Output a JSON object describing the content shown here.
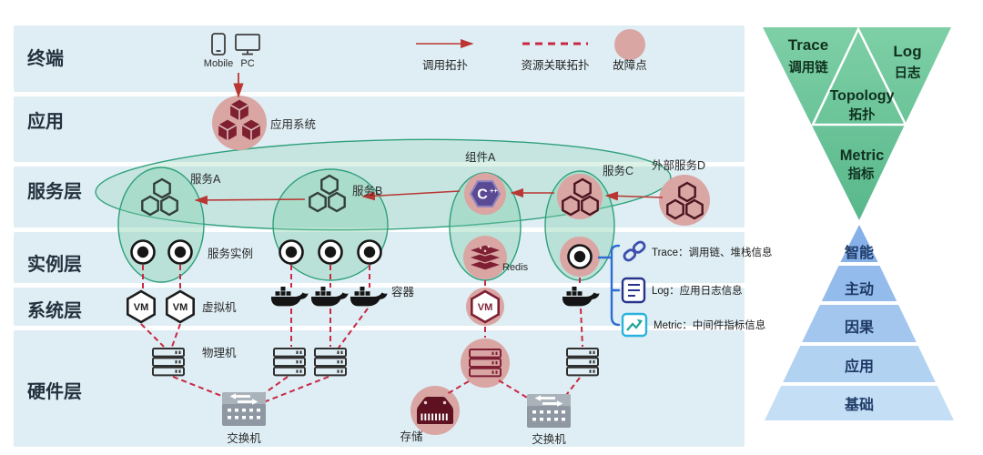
{
  "layers": [
    {
      "label": "终端"
    },
    {
      "label": "应用"
    },
    {
      "label": "服务层"
    },
    {
      "label": "实例层"
    },
    {
      "label": "系统层"
    },
    {
      "label": "硬件层"
    }
  ],
  "legend": {
    "call_label": "调用拓扑",
    "resource_label": "资源关联拓扑",
    "fault_label": "故障点"
  },
  "terminal": {
    "mobile_label": "Mobile",
    "pc_label": "PC"
  },
  "application": {
    "app_system_label": "应用系统"
  },
  "service_layer": {
    "service_a": "服务A",
    "service_b": "服务B",
    "component_a": "组件A",
    "service_c": "服务C",
    "external_service_d": "外部服务D"
  },
  "instance_layer": {
    "service_instance_label": "服务实例",
    "redis_label": "Redis"
  },
  "system_layer": {
    "vm_label": "虚拟机",
    "container_label": "容器",
    "vm_icon_text": "VM"
  },
  "hardware_layer": {
    "physical_label": "物理机",
    "switch_left_label": "交换机",
    "switch_right_label": "交换机",
    "storage_label": "存储"
  },
  "signals": [
    {
      "text": "Trace：调用链、堆栈信息"
    },
    {
      "text": "Log：应用日志信息"
    },
    {
      "text": "Metric：中间件指标信息"
    }
  ],
  "icons": {
    "cpp_letter": "C",
    "cpp_plus": "++"
  },
  "inverted_triangle": {
    "trace_en": "Trace",
    "trace_cn": "调用链",
    "log_en": "Log",
    "log_cn": "日志",
    "topology_en": "Topology",
    "topology_cn": "拓扑",
    "metric_en": "Metric",
    "metric_cn": "指标"
  },
  "pyramid": [
    {
      "label": "智能"
    },
    {
      "label": "主动"
    },
    {
      "label": "因果"
    },
    {
      "label": "应用"
    },
    {
      "label": "基础"
    }
  ],
  "colors": {
    "band_blue": "#dfeef4",
    "fault_pink": "#d9a6a4",
    "call_red": "#b93633",
    "resource_red": "#c82844",
    "group_green_stroke": "#2fa07c",
    "triangle_green": "#6ec49a",
    "pyramid_blue": "#8ab5e7",
    "maroon": "#7e1f33",
    "signal_blue": "#2e6bd6"
  }
}
